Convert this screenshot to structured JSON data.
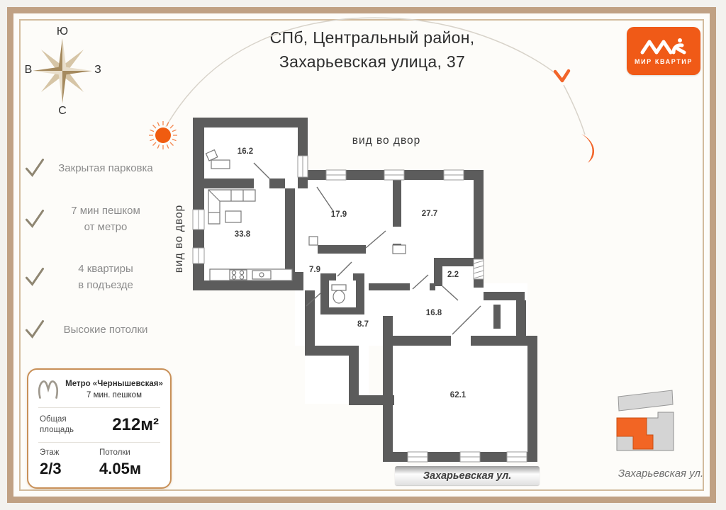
{
  "colors": {
    "brand_orange": "#f05a17",
    "wall_gray": "#5c5c5c",
    "frame_tan": "#c0a184"
  },
  "header": {
    "title_line1": "СПб, Центральный район,",
    "title_line2": "Захарьевская улица, 37"
  },
  "logo": {
    "brand": "МИР КВАРТИР"
  },
  "compass": {
    "top": "Ю",
    "left": "В",
    "right": "З",
    "bottom": "С"
  },
  "features": [
    {
      "line1": "Закрытая парковка",
      "line2": ""
    },
    {
      "line1": "7 мин пешком",
      "line2": "от метро"
    },
    {
      "line1": "4 квартиры",
      "line2": "в подъезде"
    },
    {
      "line1": "Высокие потолки",
      "line2": ""
    }
  ],
  "info_card": {
    "metro_name": "Метро «Чернышевская»",
    "metro_walk": "7 мин. пешком",
    "area_label_line1": "Общая",
    "area_label_line2": "площадь",
    "area_value": "212м²",
    "floor_label": "Этаж",
    "floor_value": "2/3",
    "ceiling_label": "Потолки",
    "ceiling_value": "4.05м"
  },
  "plan": {
    "courtyard_label_top": "вид во двор",
    "courtyard_label_left": "вид во двор",
    "street_badge": "Захарьевская ул.",
    "rooms": [
      {
        "area": "16.2"
      },
      {
        "area": "33.8"
      },
      {
        "area": "17.9"
      },
      {
        "area": "27.7"
      },
      {
        "area": "7.9"
      },
      {
        "area": "2.2"
      },
      {
        "area": "16.8"
      },
      {
        "area": "8.7"
      },
      {
        "area": "62.1"
      }
    ]
  },
  "minimap": {
    "street": "Захарьевская ул."
  }
}
